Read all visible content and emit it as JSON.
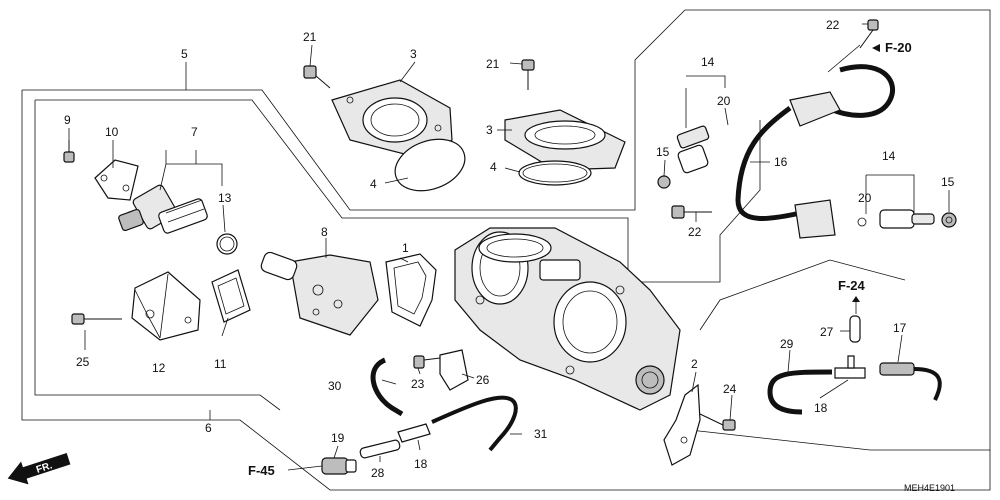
{
  "diagram": {
    "drawing_code": "MEH4E1901",
    "front_indicator": "FR.",
    "callouts": {
      "n1": "1",
      "n2": "2",
      "n3a": "3",
      "n3b": "3",
      "n4a": "4",
      "n4b": "4",
      "n5": "5",
      "n6": "6",
      "n7": "7",
      "n8": "8",
      "n9": "9",
      "n10": "10",
      "n11": "11",
      "n12": "12",
      "n13": "13",
      "n14a": "14",
      "n14b": "14",
      "n15a": "15",
      "n15b": "15",
      "n16": "16",
      "n17": "17",
      "n18a": "18",
      "n18b": "18",
      "n19": "19",
      "n20a": "20",
      "n20b": "20",
      "n21a": "21",
      "n21b": "21",
      "n22a": "22",
      "n22b": "22",
      "n23": "23",
      "n24": "24",
      "n25": "25",
      "n26": "26",
      "n27": "27",
      "n28": "28",
      "n29": "29",
      "n30": "30",
      "n31": "31"
    },
    "references": {
      "f20": "F-20",
      "f24": "F-24",
      "f45": "F-45"
    }
  }
}
